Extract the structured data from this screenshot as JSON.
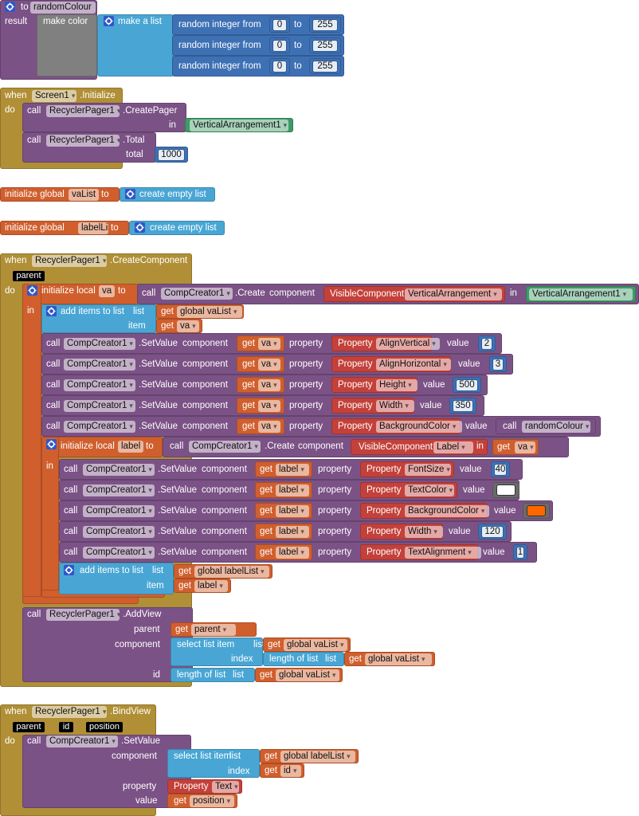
{
  "colors": {
    "purple": "#7b5286",
    "gold": "#b08f36",
    "orange": "#d05f2d",
    "lblue": "#49a6d4",
    "dblue": "#3e70b4",
    "red": "#c3413a",
    "green": "#3f9a66",
    "gray": "#808080",
    "swatch_frame": "#6a6a6a"
  },
  "proc": {
    "to": "to",
    "name": "randomColour",
    "result": "result",
    "make_color": "make color",
    "make_list": "make a list",
    "rand": [
      {
        "label": "random integer from",
        "from": "0",
        "to": "to",
        "max": "255"
      },
      {
        "label": "random integer from",
        "from": "0",
        "to": "to",
        "max": "255"
      },
      {
        "label": "random integer from",
        "from": "0",
        "to": "to",
        "max": "255"
      }
    ]
  },
  "init": {
    "when": "when",
    "comp": "Screen1",
    "event": ".Initialize",
    "do": "do",
    "pager": {
      "call": "call",
      "comp": "RecyclerPager1",
      "method": ".CreatePager",
      "in": "in",
      "arg": "VerticalArrangement1"
    },
    "total": {
      "call": "call",
      "comp": "RecyclerPager1",
      "method": ".Total",
      "label": "total",
      "value": "1000"
    }
  },
  "globals": [
    {
      "label": "initialize global",
      "name": "vaList",
      "to": "to",
      "value": "create empty list"
    },
    {
      "label": "initialize global",
      "name": "labelList",
      "to": "to",
      "value": "create empty list"
    }
  ],
  "cc": {
    "when": "when",
    "comp": "RecyclerPager1",
    "event": ".CreateComponent",
    "param": "parent",
    "do": "do",
    "va": {
      "label": "initialize local",
      "name": "va",
      "to": "to",
      "in": "in",
      "create": {
        "call": "call",
        "comp": "CompCreator1",
        "method": ".Create",
        "component": "component",
        "vc": "VisibleComponent",
        "type": "VerticalArrangement",
        "in": "in",
        "arg": "VerticalArrangement1"
      },
      "add": {
        "label": "add items to list",
        "list": "list",
        "item": "item",
        "get": "get",
        "list_value": "global vaList",
        "item_value": "va"
      },
      "sets": [
        {
          "call": "call",
          "comp": "CompCreator1",
          "method": ".SetValue",
          "component": "component",
          "get": "get",
          "target": "va",
          "property": "property",
          "prop_label": "Property",
          "prop": "AlignVertical",
          "value_label": "value",
          "value": "2"
        },
        {
          "call": "call",
          "comp": "CompCreator1",
          "method": ".SetValue",
          "component": "component",
          "get": "get",
          "target": "va",
          "property": "property",
          "prop_label": "Property",
          "prop": "AlignHorizontal",
          "value_label": "value",
          "value": "3"
        },
        {
          "call": "call",
          "comp": "CompCreator1",
          "method": ".SetValue",
          "component": "component",
          "get": "get",
          "target": "va",
          "property": "property",
          "prop_label": "Property",
          "prop": "Height",
          "value_label": "value",
          "value": "500"
        },
        {
          "call": "call",
          "comp": "CompCreator1",
          "method": ".SetValue",
          "component": "component",
          "get": "get",
          "target": "va",
          "property": "property",
          "prop_label": "Property",
          "prop": "Width",
          "value_label": "value",
          "value": "350"
        },
        {
          "call": "call",
          "comp": "CompCreator1",
          "method": ".SetValue",
          "component": "component",
          "get": "get",
          "target": "va",
          "property": "property",
          "prop_label": "Property",
          "prop": "BackgroundColor",
          "value_label": "value",
          "value_call": "call",
          "value": "randomColour"
        }
      ]
    },
    "label": {
      "label": "initialize local",
      "name": "label",
      "to": "to",
      "in": "in",
      "create": {
        "call": "call",
        "comp": "CompCreator1",
        "method": ".Create",
        "component": "component",
        "vc": "VisibleComponent",
        "type": "Label",
        "in": "in",
        "get": "get",
        "arg": "va"
      },
      "sets": [
        {
          "call": "call",
          "comp": "CompCreator1",
          "method": ".SetValue",
          "component": "component",
          "get": "get",
          "target": "label",
          "property": "property",
          "prop_label": "Property",
          "prop": "FontSize",
          "value_label": "value",
          "value": "40"
        },
        {
          "call": "call",
          "comp": "CompCreator1",
          "method": ".SetValue",
          "component": "component",
          "get": "get",
          "target": "label",
          "property": "property",
          "prop_label": "Property",
          "prop": "TextColor",
          "value_label": "value",
          "value_color": "#ffffff"
        },
        {
          "call": "call",
          "comp": "CompCreator1",
          "method": ".SetValue",
          "component": "component",
          "get": "get",
          "target": "label",
          "property": "property",
          "prop_label": "Property",
          "prop": "BackgroundColor",
          "value_label": "value",
          "value_color": "#ff6600"
        },
        {
          "call": "call",
          "comp": "CompCreator1",
          "method": ".SetValue",
          "component": "component",
          "get": "get",
          "target": "label",
          "property": "property",
          "prop_label": "Property",
          "prop": "Width",
          "value_label": "value",
          "value": "120"
        },
        {
          "call": "call",
          "comp": "CompCreator1",
          "method": ".SetValue",
          "component": "component",
          "get": "get",
          "target": "label",
          "property": "property",
          "prop_label": "Property",
          "prop": "TextAlignment",
          "value_label": "value",
          "value": "1"
        }
      ],
      "add": {
        "label": "add items to list",
        "list": "list",
        "item": "item",
        "get": "get",
        "list_value": "global labelList",
        "item_value": "label"
      }
    },
    "addview": {
      "call": "call",
      "comp": "RecyclerPager1",
      "method": ".AddView",
      "parent_label": "parent",
      "component_label": "component",
      "id_label": "id",
      "get": "get",
      "parent_value": "parent",
      "select": "select list item",
      "list": "list",
      "index": "index",
      "list_value": "global vaList",
      "length": "length of list"
    }
  },
  "bind": {
    "when": "when",
    "comp": "RecyclerPager1",
    "event": ".BindView",
    "params": [
      "parent",
      "id",
      "position"
    ],
    "do": "do",
    "call": "call",
    "call_comp": "CompCreator1",
    "method": ".SetValue",
    "component_label": "component",
    "property_label": "property",
    "value_label": "value",
    "select": "select list item",
    "list": "list",
    "index": "index",
    "get": "get",
    "list_value": "global labelList",
    "index_value": "id",
    "prop_label": "Property",
    "prop": "Text",
    "value": "position"
  }
}
